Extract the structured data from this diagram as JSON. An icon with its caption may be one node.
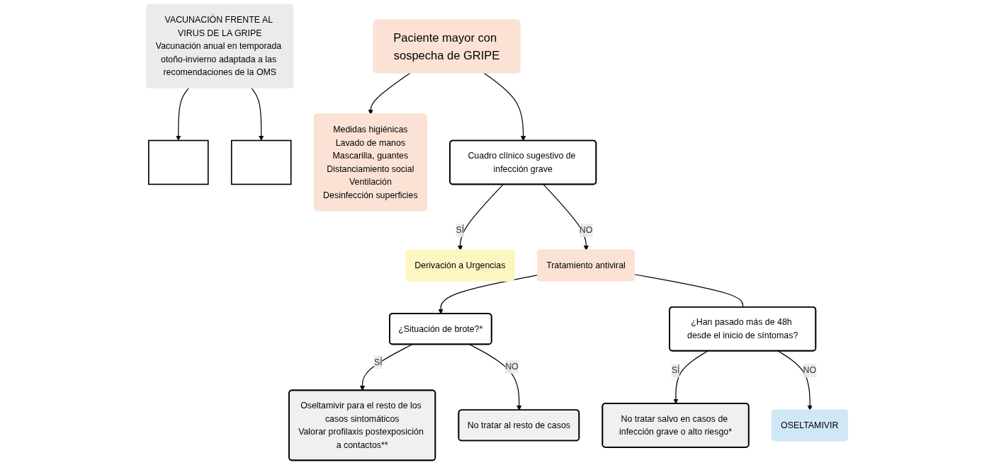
{
  "diagram": {
    "nodes": [
      {
        "text": [
          "VACUNACIÓN FRENTE AL VIRUS DE LA GRIPE",
          "Vacunación anual en temporada otoño-invierno adaptada a las recomendaciones de la OMS"
        ]
      },
      {
        "text": [],
        "shape": "box"
      },
      {
        "text": [],
        "shape": "box"
      },
      {
        "text": [
          "Paciente mayor con sospecha de GRIPE"
        ]
      },
      {
        "text": [
          "Medidas higiénicas",
          "Lavado de manos",
          "Mascarilla, guantes",
          "Distanciamiento social",
          "Ventilación",
          "Desinfección superficies"
        ]
      },
      {
        "text": [
          "Cuadro clínico sugestivo de infección grave"
        ]
      },
      {
        "text": [
          "Derivación a Urgencias"
        ]
      },
      {
        "text": [
          "Tratamiento antiviral"
        ]
      },
      {
        "text": [
          "¿Situación de brote?*"
        ]
      },
      {
        "text": [
          "Oseltamivir para el resto de los casos sintomáticos",
          "Valorar profilaxis postexposición a contactos**"
        ]
      },
      {
        "text": [
          "¿Han pasado más de 48h desde el inicio de síntomas?"
        ]
      },
      {
        "text": [
          "No tratar al resto de casos"
        ]
      },
      {
        "text": [
          "No tratar salvo en casos de infección grave o alto riesgo*"
        ]
      },
      {
        "text": [
          "OSELTAMIVIR"
        ]
      }
    ],
    "edges": [
      {
        "from": 0,
        "to": 1,
        "arrow": "to"
      },
      {
        "from": 0,
        "to": 2,
        "arrow": "to"
      },
      {
        "from": 3,
        "to": 4,
        "arrow": "to"
      },
      {
        "from": 3,
        "to": 5,
        "arrow": "to"
      },
      {
        "from": 5,
        "to": 6,
        "arrow": "to",
        "label": "SÍ"
      },
      {
        "from": 5,
        "to": 7,
        "arrow": "to",
        "label": "NO"
      },
      {
        "from": 7,
        "to": 8,
        "arrow": "to"
      },
      {
        "from": 8,
        "to": 9,
        "arrow": "to",
        "label": "SÍ"
      },
      {
        "from": 8,
        "to": 11,
        "arrow": "to",
        "label": "NO"
      },
      {
        "from": 7,
        "to": 10,
        "arrow": "none"
      },
      {
        "from": 10,
        "to": 12,
        "arrow": "to",
        "label": "SÍ"
      },
      {
        "from": 10,
        "to": 13,
        "arrow": "to",
        "label": "NO"
      }
    ]
  }
}
